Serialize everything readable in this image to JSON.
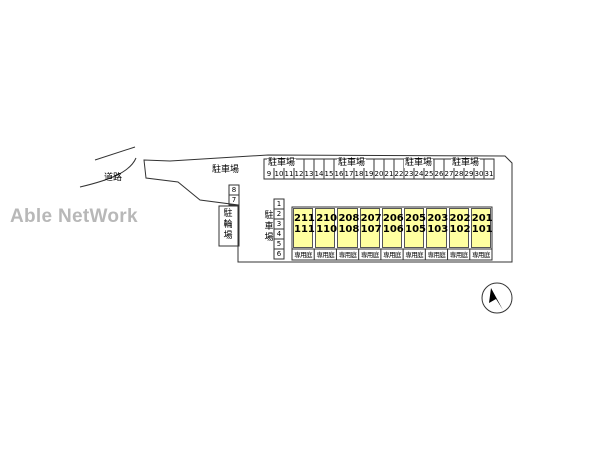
{
  "watermark": "Able NetWork",
  "road_label": "道路",
  "parking_label": "駐車場",
  "bicycle_label": "駐輪場",
  "private_garden_label": "専用庭",
  "top_parking_groups": [
    "駐車場",
    "駐車場",
    "駐車場",
    "駐車場"
  ],
  "top_spaces": [
    "9",
    "10",
    "11",
    "12",
    "13",
    "14",
    "15",
    "16",
    "17",
    "18",
    "19",
    "20",
    "21",
    "22",
    "23",
    "24",
    "25",
    "26",
    "27",
    "28",
    "29",
    "30",
    "31"
  ],
  "left_spaces": [
    "1",
    "2",
    "3",
    "4",
    "5",
    "6"
  ],
  "side_spaces": [
    "8",
    "7"
  ],
  "units": [
    {
      "upper": "211",
      "lower": "111"
    },
    {
      "upper": "210",
      "lower": "110"
    },
    {
      "upper": "208",
      "lower": "108"
    },
    {
      "upper": "207",
      "lower": "107"
    },
    {
      "upper": "206",
      "lower": "106"
    },
    {
      "upper": "205",
      "lower": "105"
    },
    {
      "upper": "203",
      "lower": "103"
    },
    {
      "upper": "202",
      "lower": "102"
    },
    {
      "upper": "201",
      "lower": "101"
    }
  ],
  "colors": {
    "unit_fill": "#ffffa0",
    "watermark": "#b8b8b8",
    "line": "#333333"
  },
  "icons": {
    "north_arrow": "north-arrow-icon"
  }
}
